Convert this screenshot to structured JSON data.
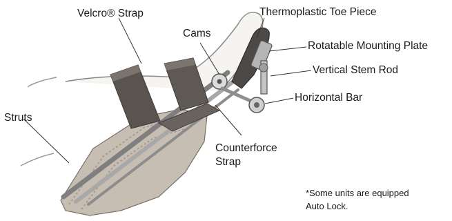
{
  "labels": {
    "velcro_strap": "Velcro® Strap",
    "cams": "Cams",
    "toe_piece": "Thermoplastic Toe Piece",
    "mounting_plate": "Rotatable Mounting Plate",
    "stem_rod": "Vertical Stem Rod",
    "horizontal_bar": "Horizontal Bar",
    "struts": "Struts",
    "counterforce_line1": "Counterforce",
    "counterforce_line2": "Strap"
  },
  "footnote": {
    "line1": "*Some units are equipped",
    "line2": "Auto Lock."
  },
  "colors": {
    "label_text": "#1a1a1a",
    "leader_line": "#333333",
    "strap_dark": "#5a5450",
    "padding": "#b9b0a6",
    "metal": "#9a9a9a"
  }
}
